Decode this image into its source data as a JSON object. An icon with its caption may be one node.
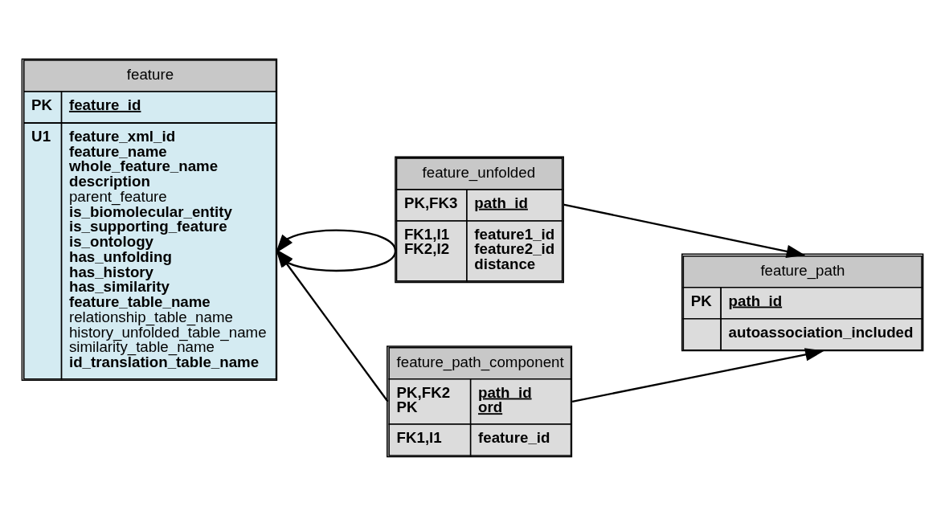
{
  "diagram": {
    "nodes": [
      {
        "text": [
          "feature",
          "PK",
          "feature_id",
          "U1",
          "feature_xml_id feature_name whole_feature_name description parent_feature is_biomolecular_entity is_supporting_feature is_ontology has_unfolding has_history has_similarity feature_table_name relationship_table_name history_unfolded_table_name similarity_table_name id_translation_table_name"
        ]
      },
      {
        "text": [
          "feature_unfolded",
          "PK,FK3",
          "path_id",
          "FK1,I1 FK2,I2",
          "feature1_id feature2_id distance"
        ]
      },
      {
        "text": [
          "feature_path",
          "PK",
          "path_id",
          "autoassociation_included"
        ]
      },
      {
        "text": [
          "feature_path_component",
          "PK,FK2 PK",
          "path_id ord",
          "FK1,I1",
          "feature_id"
        ]
      }
    ],
    "edges": [
      {
        "from": 1,
        "to": 0,
        "arrow": "to"
      },
      {
        "from": 1,
        "to": 0,
        "arrow": "to"
      },
      {
        "from": 1,
        "to": 2,
        "arrow": "to"
      },
      {
        "from": 3,
        "to": 0,
        "arrow": "to"
      },
      {
        "from": 3,
        "to": 2,
        "arrow": "to"
      }
    ]
  }
}
